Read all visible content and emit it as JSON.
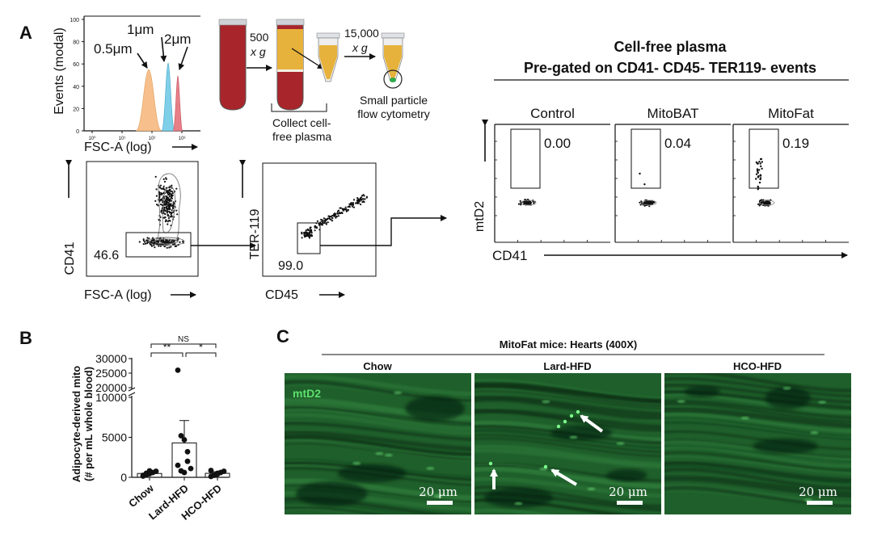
{
  "panel_labels": {
    "a": "A",
    "b": "B",
    "c": "C"
  },
  "panel_a": {
    "histogram": {
      "ylabel": "Events (modal)",
      "xlabel": "FSC-A (log)",
      "yticks": [
        "100",
        "80",
        "60",
        "40",
        "20",
        "0"
      ],
      "xticks": [
        "10⁰",
        "10¹",
        "10²",
        "10³"
      ],
      "bead_labels": [
        "0.5μm",
        "1μm",
        "2μm"
      ],
      "bead_colors": [
        "#f6bf8b",
        "#7fcfe8",
        "#e77f88"
      ]
    },
    "workflow": {
      "spin1_speed": "500",
      "spin1_unit": "x g",
      "spin2_speed": "15,000",
      "spin2_unit": "x g",
      "collect_label": [
        "Collect cell-",
        "free plasma"
      ],
      "flow_label": [
        "Small particle",
        "flow cytometry"
      ],
      "blood_color": "#a8262b",
      "plasma_color": "#e6b23c"
    },
    "gate_cd41": {
      "xlabel": "FSC-A (log)",
      "ylabel": "CD41",
      "gate_value": "46.6"
    },
    "gate_ter119": {
      "xlabel": "CD45",
      "ylabel": "TER-119",
      "gate_value": "99.0"
    },
    "cell_free": {
      "title_line1": "Cell-free plasma",
      "title_line2": "Pre-gated on CD41- CD45- TER119- events",
      "ylabel": "mtD2",
      "xlabel": "CD41",
      "groups": [
        {
          "name": "Control",
          "value": "0.00"
        },
        {
          "name": "MitoBAT",
          "value": "0.04"
        },
        {
          "name": "MitoFat",
          "value": "0.19"
        }
      ]
    }
  },
  "chart_data": {
    "type": "scatter",
    "xlabel": "",
    "ylabel": "Adipocyte-derived mito (# per mL whole blood)",
    "ylabel_line1": "Adipocyte-derived mito",
    "ylabel_line2": "(# per mL whole blood)",
    "categories": [
      "Chow",
      "Lard-HFD",
      "HCO-HFD"
    ],
    "y_break": [
      10000,
      20000
    ],
    "ylim": [
      0,
      30000
    ],
    "yticks_lower": [
      "0",
      "5000",
      "10000"
    ],
    "yticks_upper": [
      "20000",
      "25000",
      "30000"
    ],
    "points": [
      [
        150,
        300,
        450,
        600,
        750,
        250,
        500,
        800
      ],
      [
        26000,
        5200,
        4700,
        3200,
        1100,
        1500,
        800,
        600,
        2000
      ],
      [
        100,
        250,
        400,
        600,
        750,
        850,
        300,
        500
      ]
    ],
    "bar_mean": [
      480,
      4300,
      500
    ],
    "error_upper": [
      750,
      7100,
      700
    ],
    "significance": [
      {
        "pair": [
          "Chow",
          "Lard-HFD"
        ],
        "label": "**"
      },
      {
        "pair": [
          "Lard-HFD",
          "HCO-HFD"
        ],
        "label": "*"
      },
      {
        "pair": [
          "Chow",
          "HCO-HFD"
        ],
        "label": "NS"
      }
    ]
  },
  "panel_c": {
    "title": "MitoFat mice:  Hearts (400X)",
    "images": [
      {
        "name": "Chow",
        "stain_label": "mtD2",
        "scale_label": "20 μm"
      },
      {
        "name": "Lard-HFD",
        "scale_label": "20 μm"
      },
      {
        "name": "HCO-HFD",
        "scale_label": "20 μm"
      }
    ],
    "tissue_color": "#1f5f2b",
    "signal_color": "#7dff8c"
  }
}
